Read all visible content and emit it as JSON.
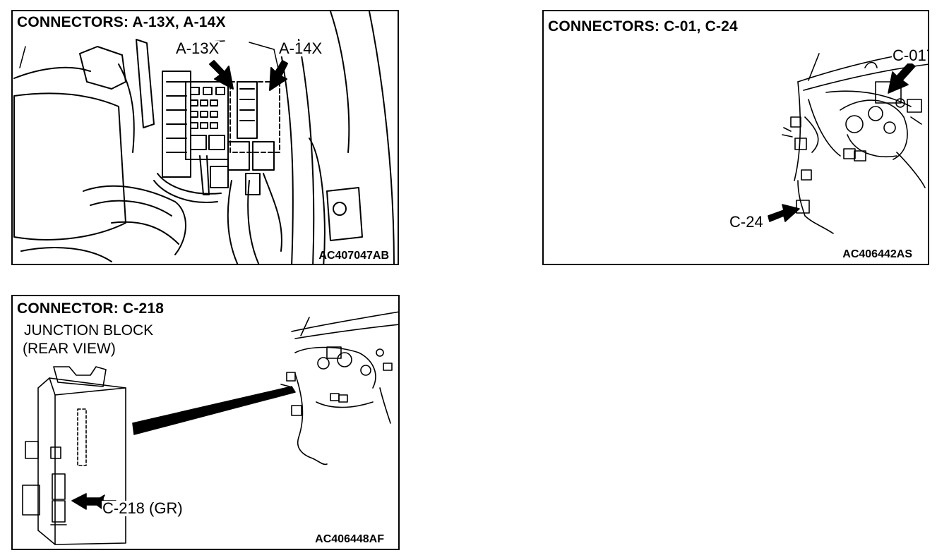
{
  "panels": [
    {
      "title": "CONNECTORS: A-13X, A-14X",
      "labels": [
        "A-13X",
        "A-14X"
      ],
      "code": "AC407047AB"
    },
    {
      "title": "CONNECTORS: C-01, C-24",
      "labels": [
        "C-01",
        "C-24"
      ],
      "code": "AC406442AS"
    },
    {
      "title": "CONNECTOR: C-218",
      "subtitle_lines": [
        "JUNCTION BLOCK",
        "(REAR VIEW)"
      ],
      "labels": [
        "C-218 (GR)"
      ],
      "code": "AC406448AF"
    }
  ]
}
